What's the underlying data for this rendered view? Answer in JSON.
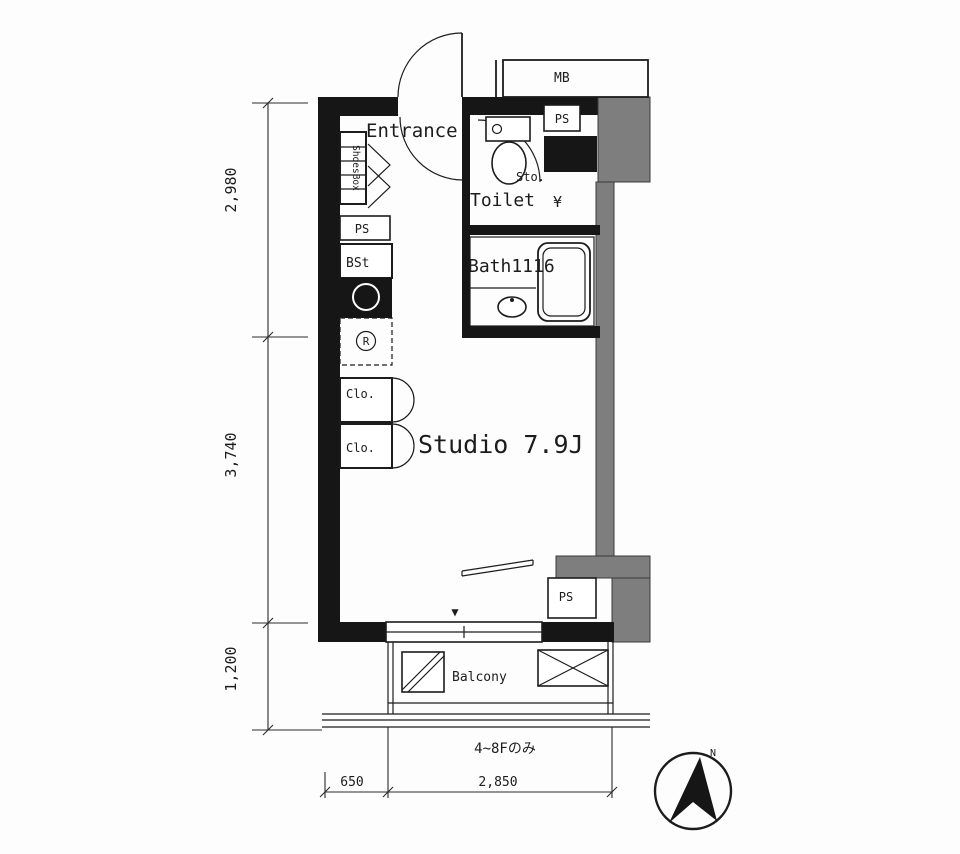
{
  "plan": {
    "rooms": {
      "entrance": "Entrance",
      "toilet": "Toilet",
      "storage": "Sto.",
      "bath": "Bath1116",
      "studio": "Studio 7.9J",
      "balcony": "Balcony"
    },
    "labels": {
      "meter_box": "MB",
      "ps_top": "PS",
      "ps_kitchen": "PS",
      "ps_bottom": "PS",
      "shoes_box": "ShoesBox",
      "kitchen_unit": "BSt",
      "fridge": "R",
      "closet_upper": "Clo.",
      "closet_lower": "Clo.",
      "toilet_side_mark": "¥",
      "window_marker": "▼"
    },
    "dimensions": {
      "left": [
        "2,980",
        "3,740",
        "1,200"
      ],
      "bottom": [
        "650",
        "2,850"
      ]
    },
    "notes": {
      "floor_note": "4~8Fのみ"
    },
    "compass": {
      "north": "N"
    }
  }
}
